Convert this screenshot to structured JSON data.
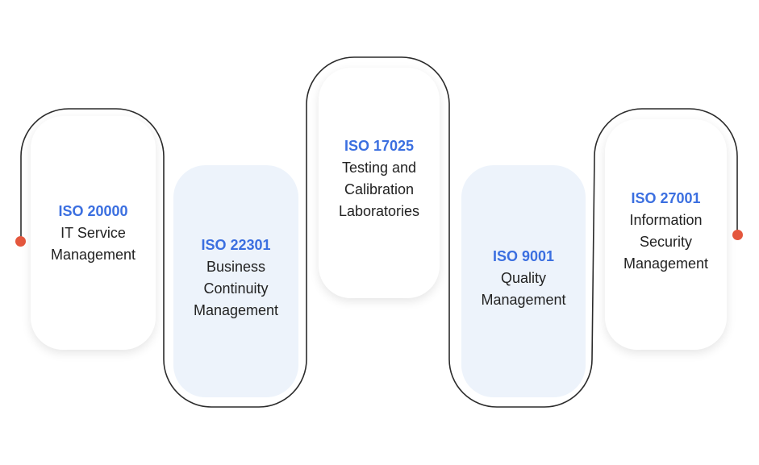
{
  "colors": {
    "line": "#2b2b2b",
    "accent_dot": "#e4573d",
    "code_text": "#3b6fe0",
    "title_text": "#222222",
    "card_white": "#ffffff",
    "card_blue": "#edf3fb"
  },
  "cards": [
    {
      "code": "ISO 20000",
      "title": "IT Service\nManagement"
    },
    {
      "code": "ISO 22301",
      "title": "Business\nContinuity\nManagement"
    },
    {
      "code": "ISO 17025",
      "title": "Testing and\nCalibration\nLaboratories"
    },
    {
      "code": "ISO 9001",
      "title": "Quality\nManagement"
    },
    {
      "code": "ISO 27001",
      "title": "Information\nSecurity\nManagement"
    }
  ]
}
